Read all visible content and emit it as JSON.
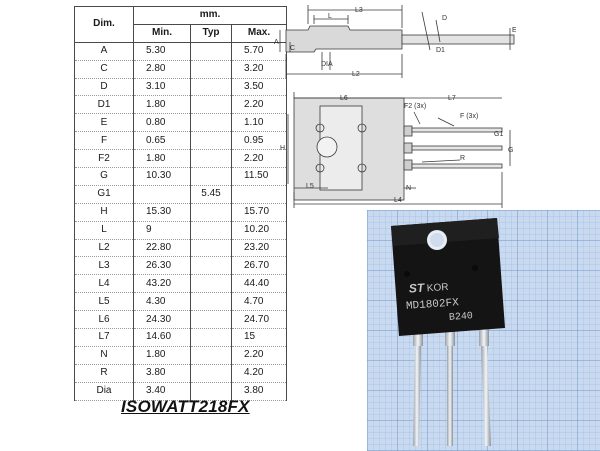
{
  "table": {
    "header_dim": "Dim.",
    "header_mm": "mm.",
    "header_min": "Min.",
    "header_typ": "Typ",
    "header_max": "Max.",
    "rows": [
      {
        "dim": "A",
        "min": "5.30",
        "typ": "",
        "max": "5.70"
      },
      {
        "dim": "C",
        "min": "2.80",
        "typ": "",
        "max": "3.20"
      },
      {
        "dim": "D",
        "min": "3.10",
        "typ": "",
        "max": "3.50"
      },
      {
        "dim": "D1",
        "min": "1.80",
        "typ": "",
        "max": "2.20"
      },
      {
        "dim": "E",
        "min": "0.80",
        "typ": "",
        "max": "1.10"
      },
      {
        "dim": "F",
        "min": "0.65",
        "typ": "",
        "max": "0.95"
      },
      {
        "dim": "F2",
        "min": "1.80",
        "typ": "",
        "max": "2.20"
      },
      {
        "dim": "G",
        "min": "10.30",
        "typ": "",
        "max": "11.50"
      },
      {
        "dim": "G1",
        "min": "",
        "typ": "5.45",
        "max": ""
      },
      {
        "dim": "H",
        "min": "15.30",
        "typ": "",
        "max": "15.70"
      },
      {
        "dim": "L",
        "min": "9",
        "typ": "",
        "max": "10.20"
      },
      {
        "dim": "L2",
        "min": "22.80",
        "typ": "",
        "max": "23.20"
      },
      {
        "dim": "L3",
        "min": "26.30",
        "typ": "",
        "max": "26.70"
      },
      {
        "dim": "L4",
        "min": "43.20",
        "typ": "",
        "max": "44.40"
      },
      {
        "dim": "L5",
        "min": "4.30",
        "typ": "",
        "max": "4.70"
      },
      {
        "dim": "L6",
        "min": "24.30",
        "typ": "",
        "max": "24.70"
      },
      {
        "dim": "L7",
        "min": "14.60",
        "typ": "",
        "max": "15"
      },
      {
        "dim": "N",
        "min": "1.80",
        "typ": "",
        "max": "2.20"
      },
      {
        "dim": "R",
        "min": "3.80",
        "typ": "",
        "max": "4.20"
      },
      {
        "dim": "Dia",
        "min": "3.40",
        "typ": "",
        "max": "3.80"
      }
    ]
  },
  "package_name": "ISOWATT218FX",
  "drawing_labels": {
    "l3": "L3",
    "l": "L",
    "d": "D",
    "e": "E",
    "a": "A",
    "c": "C",
    "d1": "D1",
    "dia": "DIA",
    "l2": "L2",
    "l6": "L6",
    "l7": "L7",
    "f2": "F2 (3x)",
    "f": "F (3x)",
    "g1": "G1",
    "h": "H",
    "g": "G",
    "r": "R",
    "l5": "L5",
    "n": "N",
    "l4": "L4"
  },
  "photo_marking": {
    "line1": "KOR",
    "line2": "MD1802FX",
    "line3": "B240"
  }
}
